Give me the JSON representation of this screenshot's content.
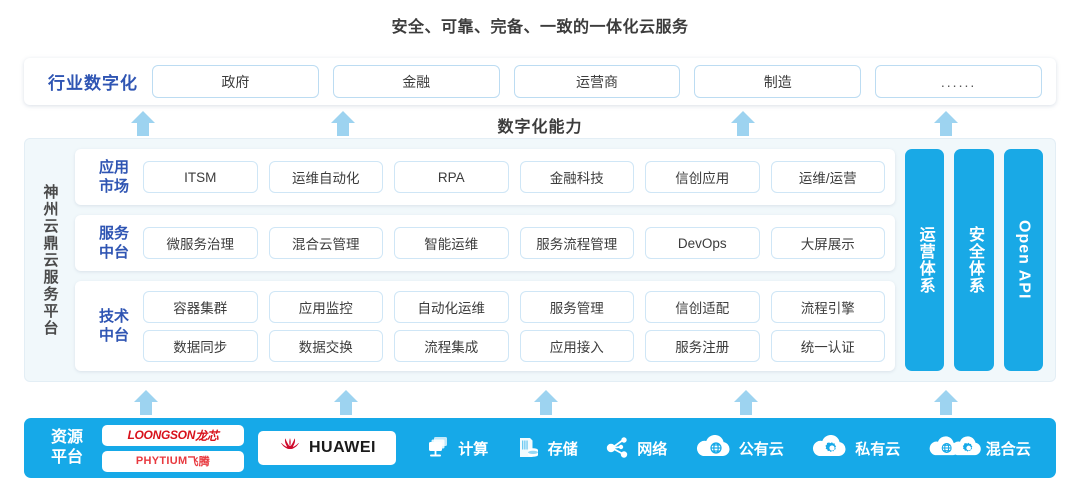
{
  "title": "安全、可靠、完备、一致的一体化云服务",
  "capability_label": "数字化能力",
  "industry": {
    "label": "行业数字化",
    "items": [
      {
        "label": "政府"
      },
      {
        "label": "金融"
      },
      {
        "label": "运营商"
      },
      {
        "label": "制造"
      },
      {
        "label": "......"
      }
    ]
  },
  "platform": {
    "label": "神州云鼎云服务平台",
    "rows": [
      {
        "label_line1": "应用",
        "label_line2": "市场",
        "lines": [
          [
            "ITSM",
            "运维自动化",
            "RPA",
            "金融科技",
            "信创应用",
            "运维/运营"
          ]
        ]
      },
      {
        "label_line1": "服务",
        "label_line2": "中台",
        "lines": [
          [
            "微服务治理",
            "混合云管理",
            "智能运维",
            "服务流程管理",
            "DevOps",
            "大屏展示"
          ]
        ]
      },
      {
        "label_line1": "技术",
        "label_line2": "中台",
        "lines": [
          [
            "容器集群",
            "应用监控",
            "自动化运维",
            "服务管理",
            "信创适配",
            "流程引擎"
          ],
          [
            "数据同步",
            "数据交换",
            "流程集成",
            "应用接入",
            "服务注册",
            "统一认证"
          ]
        ]
      }
    ],
    "vertical_bars": [
      {
        "label": "运营体系",
        "script": "cjk"
      },
      {
        "label": "安全体系",
        "script": "cjk"
      },
      {
        "label": "Open API",
        "script": "latin"
      }
    ]
  },
  "resource": {
    "label_line1": "资源",
    "label_line2": "平台",
    "logos": [
      {
        "name": "loongson",
        "latin": "LOONGSON",
        "cjk": "龙芯"
      },
      {
        "name": "phytium",
        "latin": "PHYTIUM",
        "cjk": "飞腾"
      }
    ],
    "huawei": {
      "name": "huawei",
      "text": "HUAWEI"
    },
    "items": [
      {
        "label": "计算",
        "icon": "compute-icon"
      },
      {
        "label": "存储",
        "icon": "storage-icon"
      },
      {
        "label": "网络",
        "icon": "network-icon"
      },
      {
        "label": "公有云",
        "icon": "public-cloud-icon"
      },
      {
        "label": "私有云",
        "icon": "private-cloud-icon"
      },
      {
        "label": "混合云",
        "icon": "hybrid-cloud-icon"
      }
    ]
  },
  "arrows": {
    "upper": [
      130,
      330,
      730,
      933
    ],
    "lower": [
      133,
      333,
      533,
      733,
      933
    ]
  },
  "colors": {
    "brand_blue": "#16a9e8",
    "arrow_blue": "#9dd3f0",
    "label_blue": "#2f55b3",
    "panel_bg": "#f1f8fb",
    "cell_border": "#cfe6f6",
    "text_dark": "#3c3c3c"
  }
}
